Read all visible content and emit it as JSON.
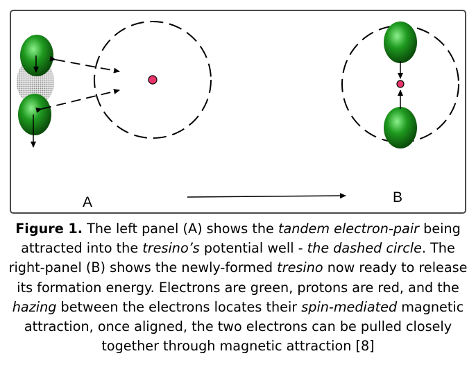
{
  "panels": {
    "a_label": "A",
    "b_label": "B"
  },
  "colors": {
    "electron": "#1f8f1f",
    "proton": "#e8336b",
    "line": "#000000",
    "border": "#4a4a4a",
    "hazing": "#b0b0b0"
  },
  "caption": {
    "figure_label": "Figure 1.",
    "t1": " The left panel (A) shows the ",
    "i1": "tandem electron-pair",
    "t2": " being attracted into the ",
    "i2": "tresino’s",
    "t3": " potential well - ",
    "i3": "the dashed circle",
    "t4": ". The right-panel (B) shows the newly-formed ",
    "i4": "tresino",
    "t5": " now ready to release its formation energy. Electrons are green, protons are red, and the ",
    "i5": "hazing",
    "t6": " between the electrons locates their ",
    "i6": "spin-mediated",
    "t7": " magnetic attraction, once aligned, the two electrons can be pulled closely together through magnetic attraction [8]"
  }
}
